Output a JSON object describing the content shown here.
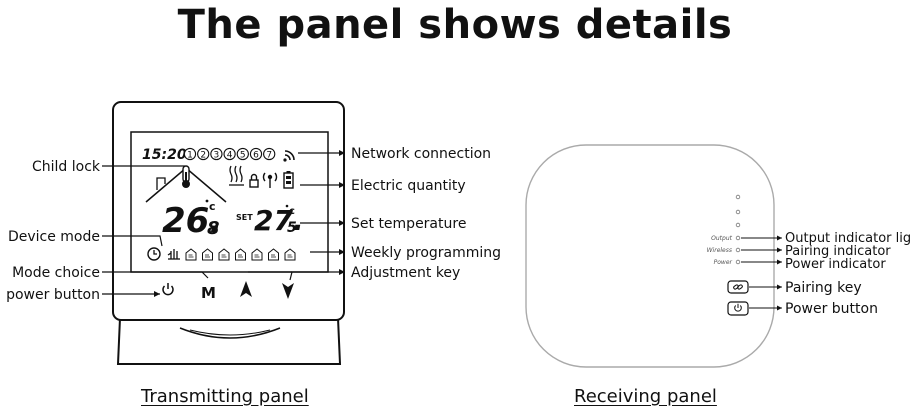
{
  "title": "The panel shows details",
  "transmitting": {
    "caption": "Transmitting panel",
    "lcd": {
      "time": "15:20",
      "days": [
        "1",
        "2",
        "3",
        "4",
        "5",
        "6",
        "7"
      ],
      "room_temp": "26.",
      "room_temp_decimal": "8",
      "set_label": "SET",
      "set_temp": "27.",
      "set_temp_decimal": "5",
      "unit": "c",
      "mode_key": "M"
    },
    "labels": {
      "child_lock": "Child lock",
      "device_mode": "Device mode",
      "mode_choice": "Mode choice",
      "power_button": "power button",
      "network_connection": "Network connection",
      "electric_quantity": "Electric quantity",
      "set_temperature": "Set temperature",
      "weekly_programming": "Weekly programming",
      "adjustment_key": "Adjustment key"
    }
  },
  "receiving": {
    "caption": "Receiving panel",
    "small_labels": {
      "output": "Output",
      "wireless": "Wireless",
      "power": "Power"
    },
    "labels": {
      "output_indicator": "Output indicator light",
      "pairing_indicator": "Pairing indicator",
      "power_indicator": "Power indicator",
      "pairing_key": "Pairing key",
      "power_button": "Power button"
    }
  }
}
